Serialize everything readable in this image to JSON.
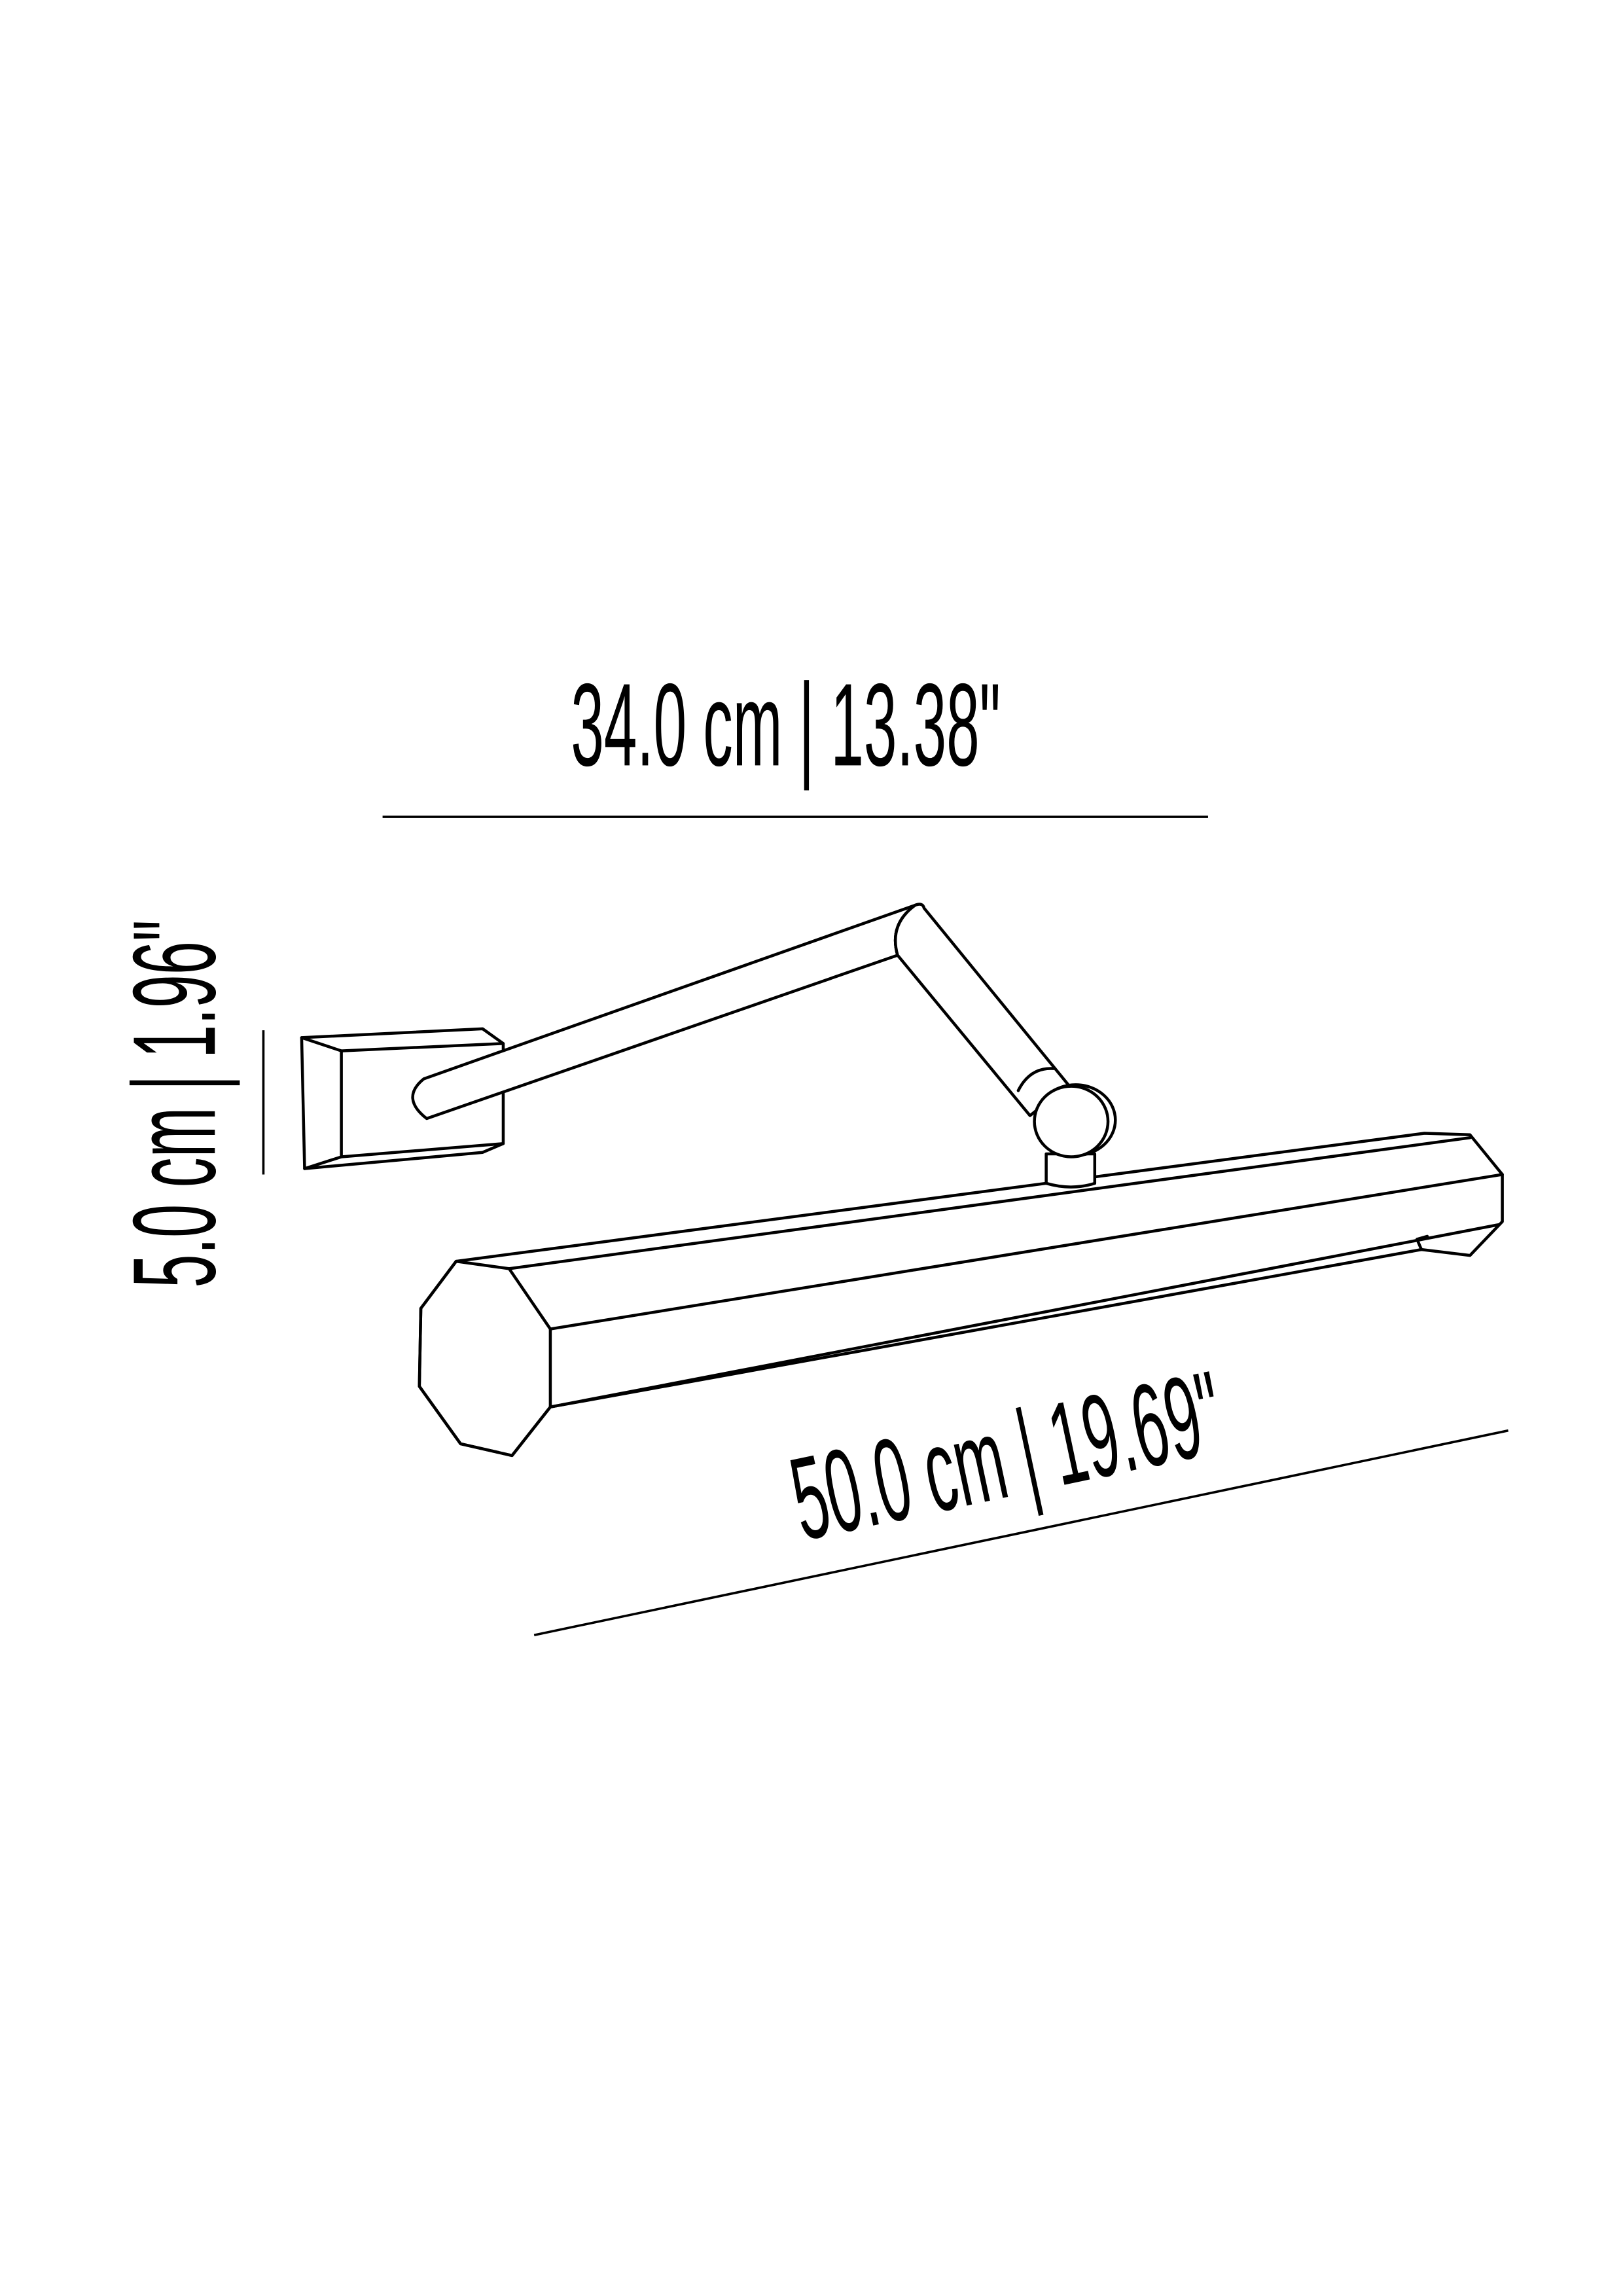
{
  "colors": {
    "background": "#ffffff",
    "line": "#000000"
  },
  "dimensions": {
    "width_label": "34.0 cm | 13.38\"",
    "height_label": "5.0 cm | 1.96\"",
    "length_label": "50.0 cm | 19.69\""
  }
}
